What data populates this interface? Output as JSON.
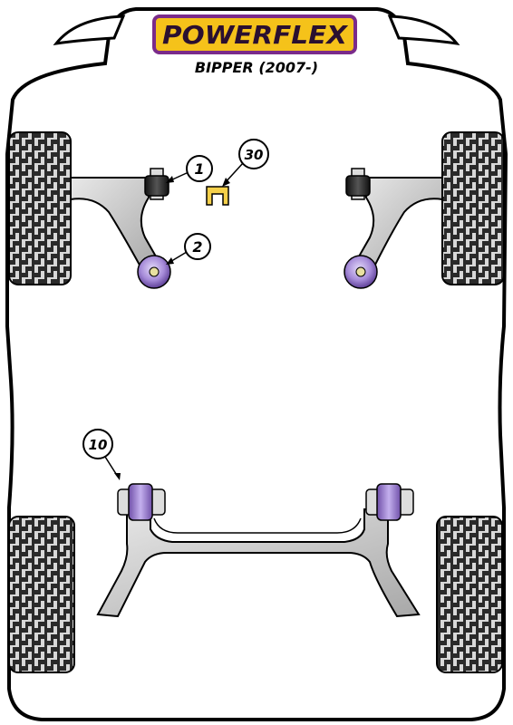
{
  "brand": {
    "logo_text": "POWERFLEX"
  },
  "vehicle": {
    "model": "BIPPER (2007-)"
  },
  "parts": [
    {
      "number": "1",
      "position": "front lower arm front bush"
    },
    {
      "number": "30",
      "position": "front lower arm insert"
    },
    {
      "number": "2",
      "position": "front lower arm rear bush"
    },
    {
      "number": "10",
      "position": "rear beam mounting bush"
    }
  ],
  "colors": {
    "logo_fill": "#f5c21a",
    "logo_border": "#7a2b8a",
    "bush_purple": "#a58ad8",
    "bush_black": "#1e1e1e",
    "arm_grey": "#c8c8c8",
    "insert_yellow": "#f5d04a",
    "tyre_dark": "#2a2a2a"
  }
}
